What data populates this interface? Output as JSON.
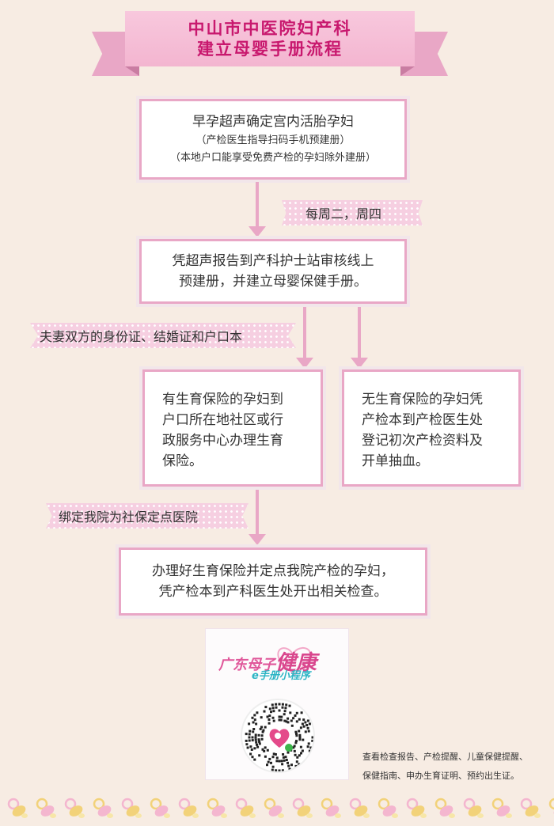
{
  "title": {
    "line1": "中山市中医院妇产科",
    "line2": "建立母婴手册流程"
  },
  "step1": {
    "main": "早孕超声确定宫内活胎孕妇",
    "sub1": "（产检医生指导扫码手机预建册）",
    "sub2": "（本地户口能享受免费产检的孕妇除外建册）"
  },
  "tape1": "每周二，周四",
  "step2": {
    "line1": "凭超声报告到产科护士站审核线上",
    "line2": "预建册，并建立母婴保健手册。"
  },
  "tape2": "夫妻双方的身份证、结婚证和户口本",
  "step3a": {
    "line1": "有生育保险的孕妇到",
    "line2": "户口所在地社区或行",
    "line3": "政服务中心办理生育",
    "line4": "保险。"
  },
  "step3b": {
    "line1": "无生育保险的孕妇凭",
    "line2": "产检本到产检医生处",
    "line3": "登记初次产检资料及",
    "line4": "开单抽血。"
  },
  "tape3": "绑定我院为社保定点医院",
  "step4": {
    "line1": "办理好生育保险并定点我院产检的孕妇，",
    "line2": "凭产检本到产科医生处开出相关检查。"
  },
  "qr": {
    "brand1": "广东母子",
    "brand2": "健康",
    "brand3": "e手册小程序"
  },
  "caption": {
    "line1": "查看检查报告、产检提醒、儿童保健提醒、",
    "line2": "保健指南、申办生育证明、预约出生证。"
  },
  "colors": {
    "ribbon": "#f3b5d0",
    "title": "#c8186e",
    "border": "#e9a7c6",
    "background": "#f7ece3"
  },
  "icons": [
    "pacifier-icon",
    "qr-code-icon",
    "baby-heart-logo-icon"
  ]
}
